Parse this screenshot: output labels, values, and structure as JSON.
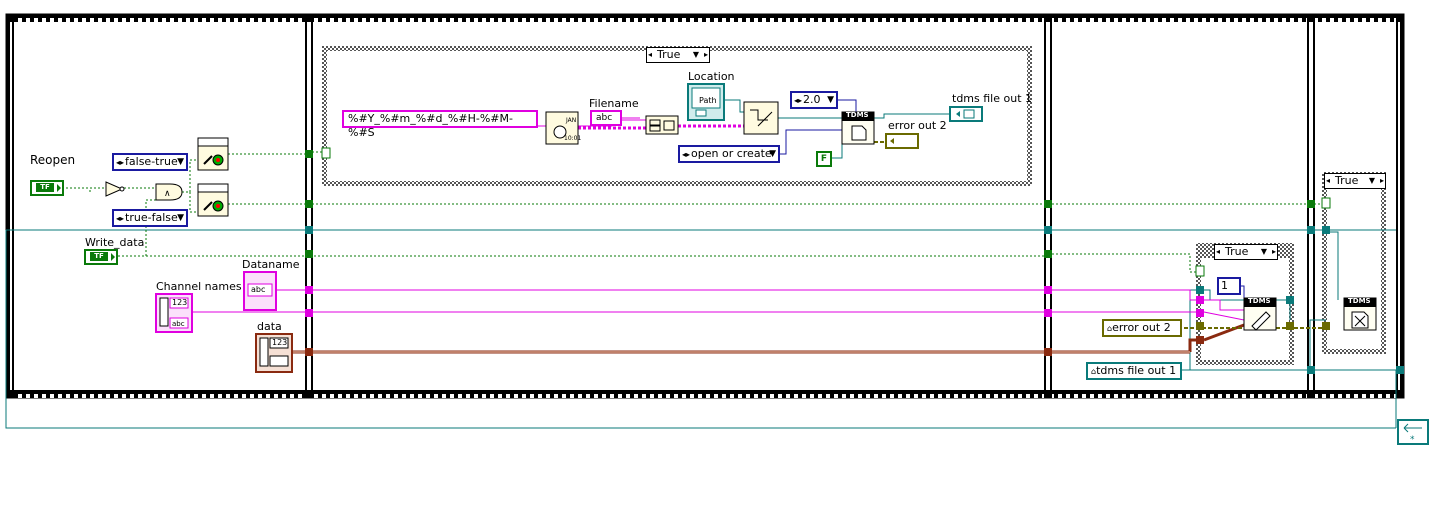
{
  "frames": [
    {
      "index": 0
    },
    {
      "index": 1
    },
    {
      "index": 2
    },
    {
      "index": 3
    }
  ],
  "case_structures": [
    {
      "id": "open-case",
      "selector": "True"
    },
    {
      "id": "write-case",
      "selector": "True"
    },
    {
      "id": "close-case",
      "selector": "True"
    }
  ],
  "controls": {
    "reopen": {
      "label": "Reopen",
      "value": "TF"
    },
    "write_data": {
      "label": "Write_data",
      "value": "TF"
    },
    "channel_names": {
      "label": "Channel names",
      "value": "abc"
    },
    "dataname": {
      "label": "Dataname",
      "value": "abc",
      "sub": "abc"
    },
    "data": {
      "label": "data",
      "value": "123"
    }
  },
  "constants": {
    "false_true": "false-true",
    "true_false": "true-false",
    "timestamp_format": "%#Y_%#m_%#d_%#H-%#M-%#S",
    "filename_label": "Filename",
    "filename_value": "abc",
    "location_label": "Location",
    "location_value": "Path",
    "version": "2.0",
    "operation": "open or create",
    "false_const": "F",
    "index_one": "1"
  },
  "indicators": {
    "tdms_file_out": {
      "label": "tdms file out 1"
    },
    "error_out": {
      "label": "error out 2"
    }
  },
  "local_vars": {
    "error_out": "error out 2",
    "tdms_file_out": "tdms file out 1"
  },
  "nodes": {
    "tdms_open": "TDMS",
    "tdms_write": "TDMS",
    "tdms_close": "TDMS"
  },
  "colors": {
    "frame": "#000000",
    "string_wire": "#e000e0",
    "boolean_wire": "#0a7a0a",
    "refnum_wire": "#0a7a7a",
    "cluster_wire": "#8a2a10",
    "numeric_wire": "#1a1aa0",
    "error_wire": "#6a6a00"
  }
}
